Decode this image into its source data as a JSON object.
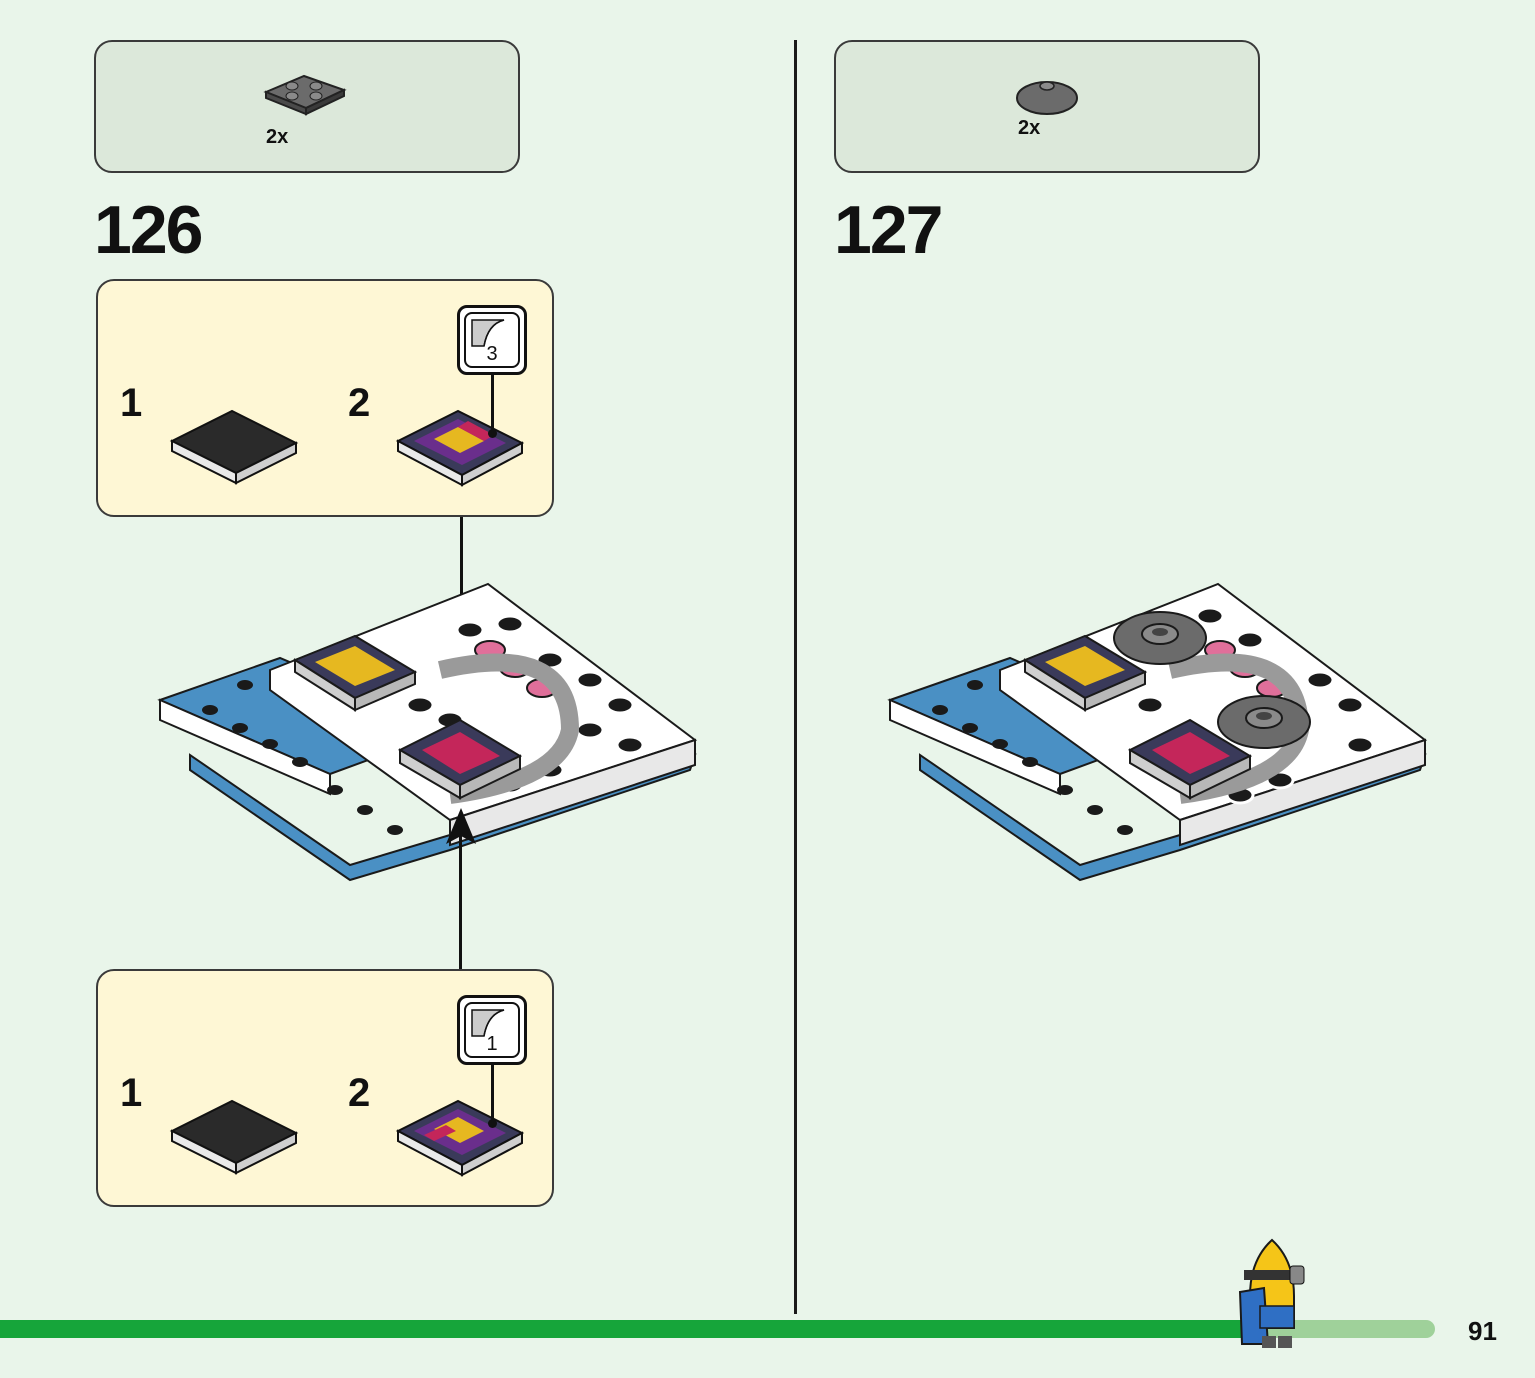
{
  "step_126": {
    "number": "126",
    "parts": [
      {
        "quantity": "2x",
        "part": "dark-grey-plate-2x2-with-studs-icon"
      }
    ],
    "subassembly_top": {
      "steps": [
        {
          "label": "1"
        },
        {
          "label": "2"
        }
      ],
      "sticker_number": "3"
    },
    "subassembly_bottom": {
      "steps": [
        {
          "label": "1"
        },
        {
          "label": "2"
        }
      ],
      "sticker_number": "1"
    }
  },
  "step_127": {
    "number": "127",
    "parts": [
      {
        "quantity": "2x",
        "part": "dark-grey-round-dish-icon"
      }
    ]
  },
  "footer": {
    "page_number": "91",
    "progress_fraction": 0.87
  },
  "colors": {
    "background": "#e9f5ea",
    "progress_fill": "#16a53a",
    "progress_track": "#9fd19a",
    "callout_bg": "#fef7d5",
    "parts_bg": "#dce8da",
    "brick_blue": "#4a90c4",
    "brick_pink": "#e06f9a"
  }
}
